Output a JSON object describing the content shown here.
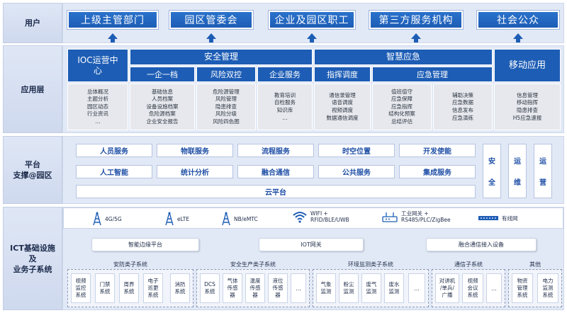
{
  "labels": {
    "user": "用户",
    "app": "应用层",
    "platform": "平台\n支撑@园区",
    "ict": "ICT基础设施\n及\n业务子系统"
  },
  "users": [
    "上级主管部门",
    "园区管委会",
    "企业及园区职工",
    "第三方服务机构",
    "社会公众"
  ],
  "app": {
    "ioc": {
      "title": "IOC运营中心",
      "items": [
        "总体概况",
        "主题分析",
        "园区动态",
        "行业资讯",
        "..."
      ]
    },
    "safety": {
      "title": "安全管理",
      "subs": [
        {
          "title": "一企一档",
          "items": [
            "基础信息",
            "人员档案",
            "设备设施档案",
            "危险源档案",
            "企业安全报告"
          ]
        },
        {
          "title": "风险双控",
          "items": [
            "危险源管理",
            "风险管理",
            "隐患排查",
            "风险分级",
            "风险四色图"
          ]
        },
        {
          "title": "企业服务",
          "items": [
            "教育培训",
            "自检服务",
            "知识库",
            "..."
          ]
        }
      ]
    },
    "emergency": {
      "title": "智慧应急",
      "subs": [
        {
          "title": "指挥调度",
          "items": [
            "通信录管理",
            "语音调度",
            "视频调度",
            "数据通信调度"
          ]
        },
        {
          "title": "应急管理",
          "items": [
            "值班值守",
            "应急保障",
            "应急指挥",
            "结构化预案",
            "总结评估"
          ],
          "items2": [
            "辅助决策",
            "应急数据",
            "信息发布",
            "应急演练"
          ]
        }
      ]
    },
    "mobile": {
      "title": "移动应用",
      "items": [
        "信息管理",
        "移动指挥",
        "隐患排查",
        "H5应急速报"
      ]
    }
  },
  "platform": {
    "row1": [
      "人员服务",
      "物联服务",
      "流程服务",
      "时空位置",
      "开发使能"
    ],
    "row2": [
      "人工智能",
      "统计分析",
      "融合通信",
      "公共服务",
      "集成服务"
    ],
    "cloud": "云平台",
    "vertical": [
      {
        "name": "safety",
        "chars": [
          "安",
          "全"
        ]
      },
      {
        "name": "ops",
        "chars": [
          "运",
          "维"
        ]
      },
      {
        "name": "operation",
        "chars": [
          "运",
          "营"
        ]
      }
    ]
  },
  "ict": {
    "networks": [
      {
        "name": "4g-5g",
        "label": "4G/5G",
        "icon": "tower-icon"
      },
      {
        "name": "elte",
        "label": "eLTE",
        "icon": "tower-icon"
      },
      {
        "name": "nb-emtc",
        "label": "NB/eMTC",
        "icon": "tower-icon"
      },
      {
        "name": "wifi",
        "label": "WIFI +\nRFID/BLE/UWB",
        "icon": "wifi-icon"
      },
      {
        "name": "iot-gateway",
        "label": "工业网关 +\nRS485/PLC/ZigBee",
        "icon": "router-icon"
      },
      {
        "name": "wired",
        "label": "有线网",
        "icon": "switch-icon"
      }
    ],
    "services": [
      "智能边缘平台",
      "IOT网关",
      "融合通信接入设备"
    ],
    "groups": [
      {
        "title": "安防类子系统",
        "systems": [
          "视频\n监控\n系统",
          "门禁\n系统",
          "周界\n系统",
          "电子\n巡更\n系统",
          "消防\n系统"
        ]
      },
      {
        "title": "安全生产类子系统",
        "systems": [
          "DCS\n系统",
          "气体\n传感\n器",
          "温度\n传感\n器",
          "液位\n传感\n器",
          "..."
        ]
      },
      {
        "title": "环境监测类子系统",
        "systems": [
          "气象\n监测",
          "粉尘\n监测",
          "废气\n监测",
          "废水\n监测",
          "..."
        ]
      },
      {
        "title": "通信子系统",
        "systems": [
          "对讲机\n/单兵/\n广播",
          "视频\n会议\n系统",
          "..."
        ]
      },
      {
        "title": "其他",
        "systems": [
          "物资\n管理\n系统",
          "电力\n监测\n系统"
        ]
      }
    ]
  },
  "colors": {
    "primary": "#1d5db5",
    "layerBg": "#e2e9f6",
    "label": "#d6dff0",
    "itemBg": "#e6e8ed"
  }
}
